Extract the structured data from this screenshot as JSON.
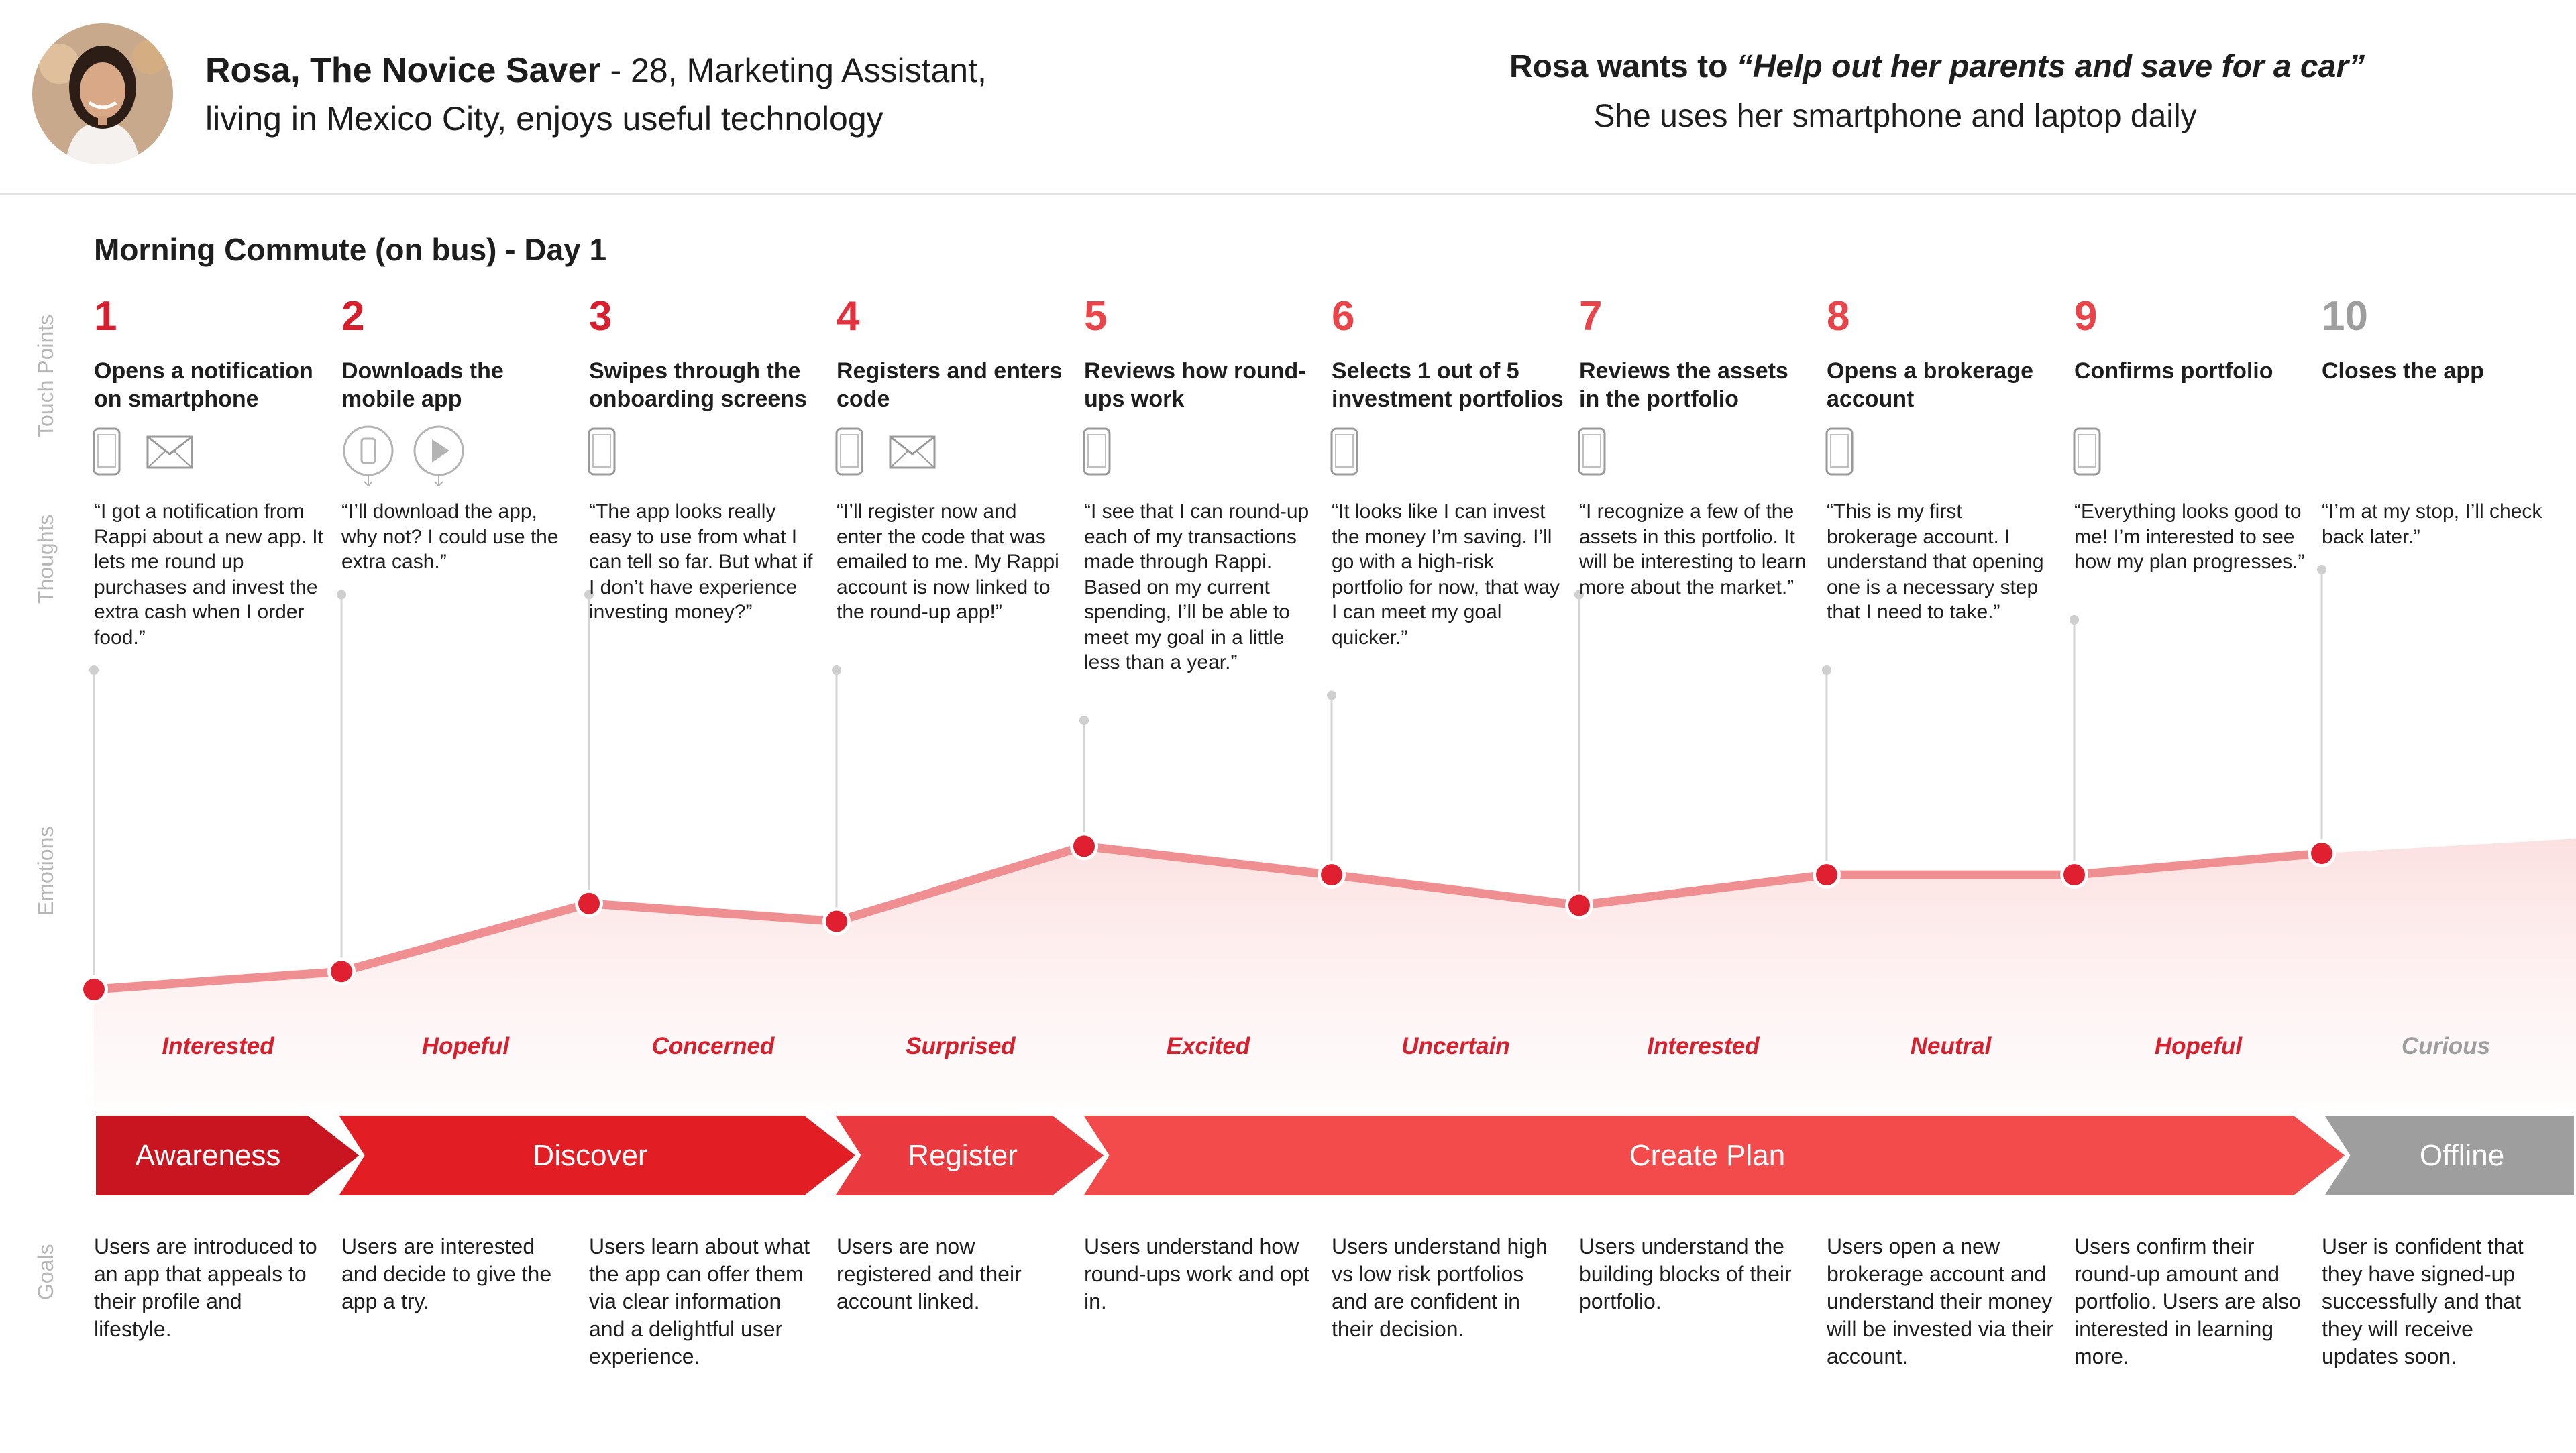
{
  "persona": {
    "name": "Rosa, The Novice Saver",
    "line1_rest": " - 28, Marketing Assistant,",
    "line2": "living in Mexico City, enjoys useful technology",
    "want_prefix": "Rosa wants to ",
    "want_quote": "“Help out her parents and save for a car”",
    "devices": "She uses her smartphone and laptop daily"
  },
  "scenario_title": "Morning Commute (on bus) - Day 1",
  "row_labels": {
    "touch_points": "Touch Points",
    "thoughts": "Thoughts",
    "emotions": "Emotions",
    "goals": "Goals"
  },
  "steps": [
    {
      "num": "1",
      "title": "Opens a notification on smartphone",
      "icons": [
        "phone-icon",
        "mail-icon"
      ],
      "thought": "“I got a notification from Rappi about a new app. It lets me round up purchases and invest the extra cash when I order food.”",
      "emotion": "Interested",
      "emotion_score": 0.0,
      "color": "#d71f2e"
    },
    {
      "num": "2",
      "title": "Downloads the mobile app",
      "icons": [
        "app-store-icon",
        "play-store-icon"
      ],
      "thought": "“I’ll download the app, why not? I could use the extra cash.”",
      "emotion": "Hopeful",
      "emotion_score": 0.1,
      "color": "#d71f2e"
    },
    {
      "num": "3",
      "title": "Swipes through the onboarding screens",
      "icons": [
        "phone-icon"
      ],
      "thought": "“The app looks really easy to use from what I can tell so far. But what if I don’t have experience investing money?”",
      "emotion": "Concerned",
      "emotion_score": 0.48,
      "color": "#d71f2e"
    },
    {
      "num": "4",
      "title": "Registers and enters code",
      "icons": [
        "phone-icon",
        "mail-icon"
      ],
      "thought": "“I’ll register now and enter the code that was emailed to me. My Rappi account is now linked to the round-up app!”",
      "emotion": "Surprised",
      "emotion_score": 0.38,
      "color": "#e3313d"
    },
    {
      "num": "5",
      "title": "Reviews how round-ups work",
      "icons": [
        "phone-icon"
      ],
      "thought": "“I see that I can round-up each of my transactions made through Rappi. Based on my current spending, I’ll be able to meet my goal in a little less than a year.”",
      "emotion": "Excited",
      "emotion_score": 0.8,
      "color": "#e94449"
    },
    {
      "num": "6",
      "title": "Selects 1 out of 5 investment portfolios",
      "icons": [
        "phone-icon"
      ],
      "thought": "“It looks like I can invest the money I’m saving. I’ll go with a high-risk portfolio for now, that way I can meet my goal quicker.”",
      "emotion": "Uncertain",
      "emotion_score": 0.64,
      "color": "#e94449"
    },
    {
      "num": "7",
      "title": "Reviews the assets in the portfolio",
      "icons": [
        "phone-icon"
      ],
      "thought": "“I recognize a few of the assets in this portfolio. It will be interesting to learn more about the market.”",
      "emotion": "Interested",
      "emotion_score": 0.47,
      "color": "#e94449"
    },
    {
      "num": "8",
      "title": "Opens a brokerage account",
      "icons": [
        "phone-icon"
      ],
      "thought": "“This is my first brokerage account. I understand that opening one is a necessary step that I need to take.”",
      "emotion": "Neutral",
      "emotion_score": 0.64,
      "color": "#e94449"
    },
    {
      "num": "9",
      "title": "Confirms portfolio",
      "icons": [
        "phone-icon"
      ],
      "thought": "“Everything looks good to me! I’m interested to see how my plan progresses.”",
      "emotion": "Hopeful",
      "emotion_score": 0.64,
      "color": "#e94449"
    },
    {
      "num": "10",
      "title": "Closes the app",
      "icons": [],
      "thought": "“I’m at my stop, I’ll check back later.”",
      "emotion": "Curious",
      "emotion_score": 0.76,
      "color": "#9e9e9e"
    }
  ],
  "stages": [
    {
      "label": "Awareness",
      "color": "#c8151f"
    },
    {
      "label": "Discover",
      "color": "#e21d24"
    },
    {
      "label": "Register",
      "color": "#ea3a3f"
    },
    {
      "label": "Create Plan",
      "color": "#f34a4b"
    },
    {
      "label": "Offline",
      "color": "#9e9e9e"
    }
  ],
  "goals": [
    "Users are introduced to an app that appeals to their profile and lifestyle.",
    "Users are interested and decide to give the app a try.",
    "Users learn about what the app can offer them via clear information and a delightful user experience.",
    "Users are now registered and their account linked.",
    "Users understand how round-ups work and opt in.",
    "Users understand high vs low risk portfolios and are confident in their decision.",
    "Users understand the building blocks of their portfolio.",
    "Users open a new brokerage account and understand their money will be invested via their account.",
    "Users confirm their round-up amount and portfolio. Users are also interested in learning more.",
    "User is confident that they have signed-up successfully and that they will receive updates soon."
  ],
  "colors": {
    "accent": "#e21d24",
    "line": "#ef8f92",
    "dot": "#e02030",
    "muted": "#9e9e9e",
    "label": "#b6b6b6"
  }
}
